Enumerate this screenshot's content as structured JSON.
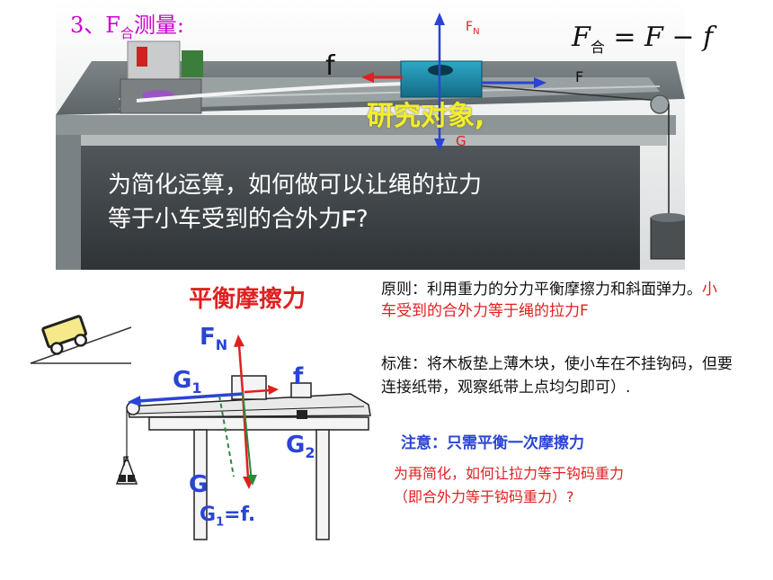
{
  "slide": {
    "title_prefix": "3、F",
    "title_sub": "合",
    "title_suffix": "测量:",
    "formula_F": "F",
    "formula_sub": "合",
    "formula_rest": " = F − f",
    "force_f_label": "f",
    "force_fn_main": "F",
    "force_fn_sub": "N",
    "force_F_label": "F",
    "force_G_label": "G",
    "research_object": "研究对象,",
    "question_line1": "为简化运算，如何做可以让绳的拉力",
    "question_line2_a": "等于小车受到的合外力",
    "question_line2_b": "F",
    "question_line2_c": "?",
    "balance_title": "平衡摩擦力",
    "principle_text": "原则：利用重力的分力平衡摩擦力和斜面弹力。",
    "principle_red": "小车受到的合外力等于绳的拉力F",
    "standard_text": "标准：将木板垫上薄木块，使小车在不挂钩码，但要连接纸带，观察纸带上点均匀即可）.",
    "notice_text": "注意：只需平衡一次摩擦力",
    "resimplify_line1": "为再简化，如何让拉力等于钩码重力",
    "resimplify_line2": "（即合外力等于钩码重力）?",
    "diagram_fn_main": "F",
    "diagram_fn_sub": "N",
    "diagram_g1_main": "G",
    "diagram_g1_sub": "1",
    "diagram_f": "f",
    "diagram_g2_main": "G",
    "diagram_g2_sub": "2",
    "diagram_g": "G",
    "diagram_g1f_main": "G",
    "diagram_g1f_sub": "1",
    "diagram_g1f_rest": "=f.",
    "diagram_bigF": "F"
  },
  "colors": {
    "title": "#cc00cc",
    "red": "#e02020",
    "blue": "#2a44d4",
    "yellow": "#f2ee2c"
  }
}
